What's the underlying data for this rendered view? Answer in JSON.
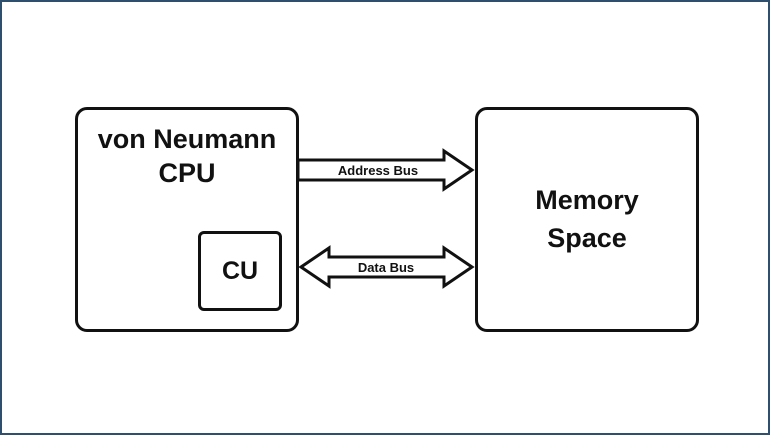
{
  "diagram": {
    "cpu": {
      "title_line1": "von Neumann",
      "title_line2": "CPU",
      "cu_label": "CU"
    },
    "memory": {
      "title_line1": "Memory",
      "title_line2": "Space"
    },
    "buses": [
      {
        "label": "Address Bus",
        "direction": "one-way (CPU to memory)"
      },
      {
        "label": "Data Bus",
        "direction": "two-way"
      }
    ]
  }
}
